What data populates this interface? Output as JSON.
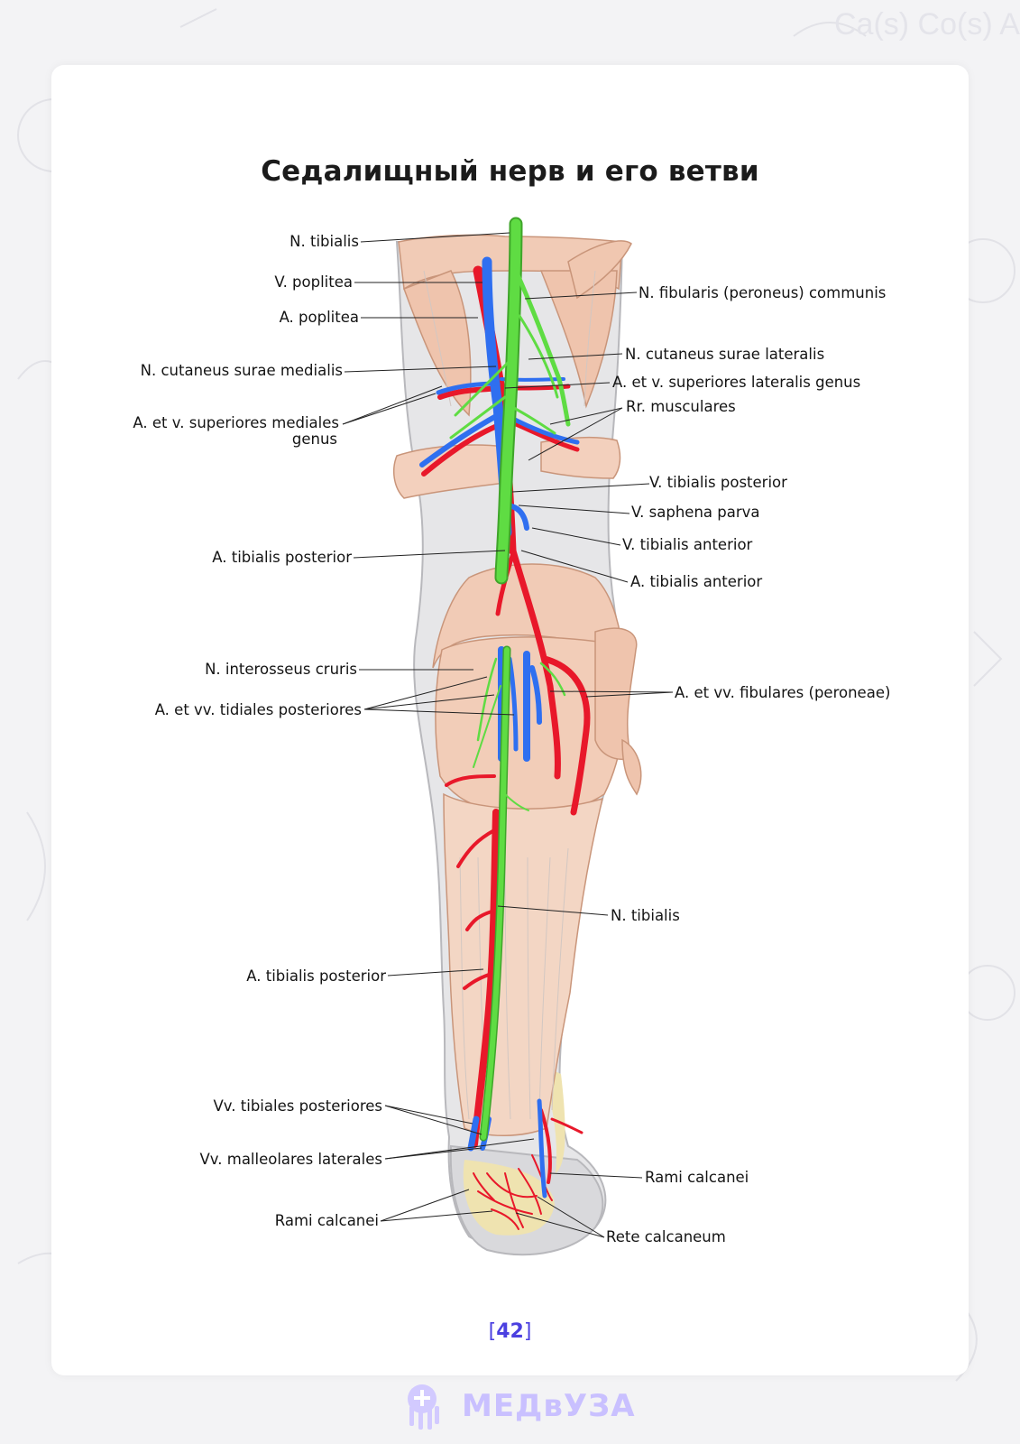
{
  "title": "Седалищный нерв и его ветви",
  "labels": {
    "n_tibialis_top": "N. tibialis",
    "v_poplitea": "V. poplitea",
    "a_poplitea": "A. poplitea",
    "n_cut_surae_med": "N. cutaneus surae medialis",
    "a_v_sup_med_genus_1": "A. et v. superiores mediales",
    "a_v_sup_med_genus_2": "genus",
    "a_tib_post_upper": "A. tibialis posterior",
    "n_interosseus": "N. interosseus cruris",
    "a_vv_tid_post": "A. et vv. tidiales posteriores",
    "a_tib_post_lower": "A. tibialis posterior",
    "vv_tib_post": "Vv. tibiales posteriores",
    "vv_malleolares": "Vv. malleolares laterales",
    "rami_calcanei_left": "Rami calcanei",
    "n_fibularis": "N. fibularis (peroneus) communis",
    "n_cut_surae_lat": "N. cutaneus surae lateralis",
    "a_v_sup_lat_genus": "A. et v. superiores lateralis genus",
    "rr_musculares": "Rr. musculares",
    "v_tib_post": "V. tibialis posterior",
    "v_saphena": "V. saphena parva",
    "v_tib_ant": "V. tibialis anterior",
    "a_tib_ant": "A. tibialis anterior",
    "a_vv_fibulares": "A. et vv. fibulares (peroneae)",
    "n_tibialis_low": "N. tibialis",
    "rami_calcanei_right": "Rami calcanei",
    "rete_calcaneum": "Rete calcaneum"
  },
  "page_number": "42",
  "page_brackets": {
    "open": "[",
    "close": "]"
  },
  "brand": "МЕДвУЗА",
  "colors": {
    "nerve": "#5fdc43",
    "artery": "#e8182a",
    "vein": "#2f6ff0",
    "muscle": "#f1cbb6",
    "accent": "#4b40e0"
  }
}
